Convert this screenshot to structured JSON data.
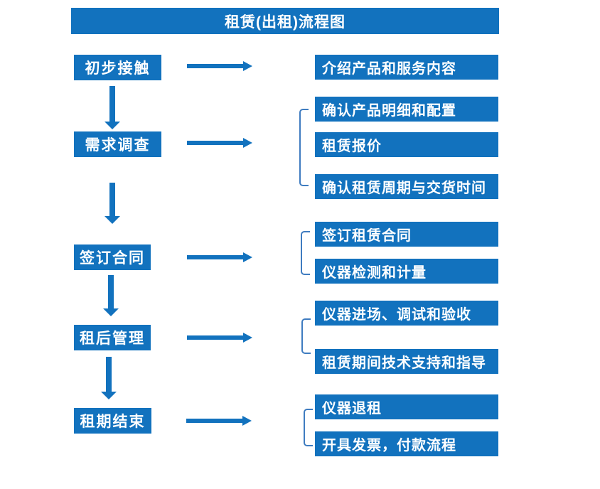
{
  "title": "租赁(出租)流程图",
  "colors": {
    "primary": "#1272be",
    "bracket": "#3f7cc0",
    "box_text": "#ffffff",
    "background": "#ffffff"
  },
  "stages": [
    {
      "label": "初步接触"
    },
    {
      "label": "需求调查"
    },
    {
      "label": "签订合同"
    },
    {
      "label": "租后管理"
    },
    {
      "label": "租期结束"
    }
  ],
  "details": {
    "stage1": [
      "介绍产品和服务内容"
    ],
    "stage2": [
      "确认产品明细和配置",
      "租赁报价",
      "确认租赁周期与交货时间"
    ],
    "stage3": [
      "签订租赁合同",
      "仪器检测和计量"
    ],
    "stage4": [
      "仪器进场、调试和验收",
      "租赁期间技术支持和指导"
    ],
    "stage5": [
      "仪器退租",
      "开具发票，付款流程"
    ]
  }
}
